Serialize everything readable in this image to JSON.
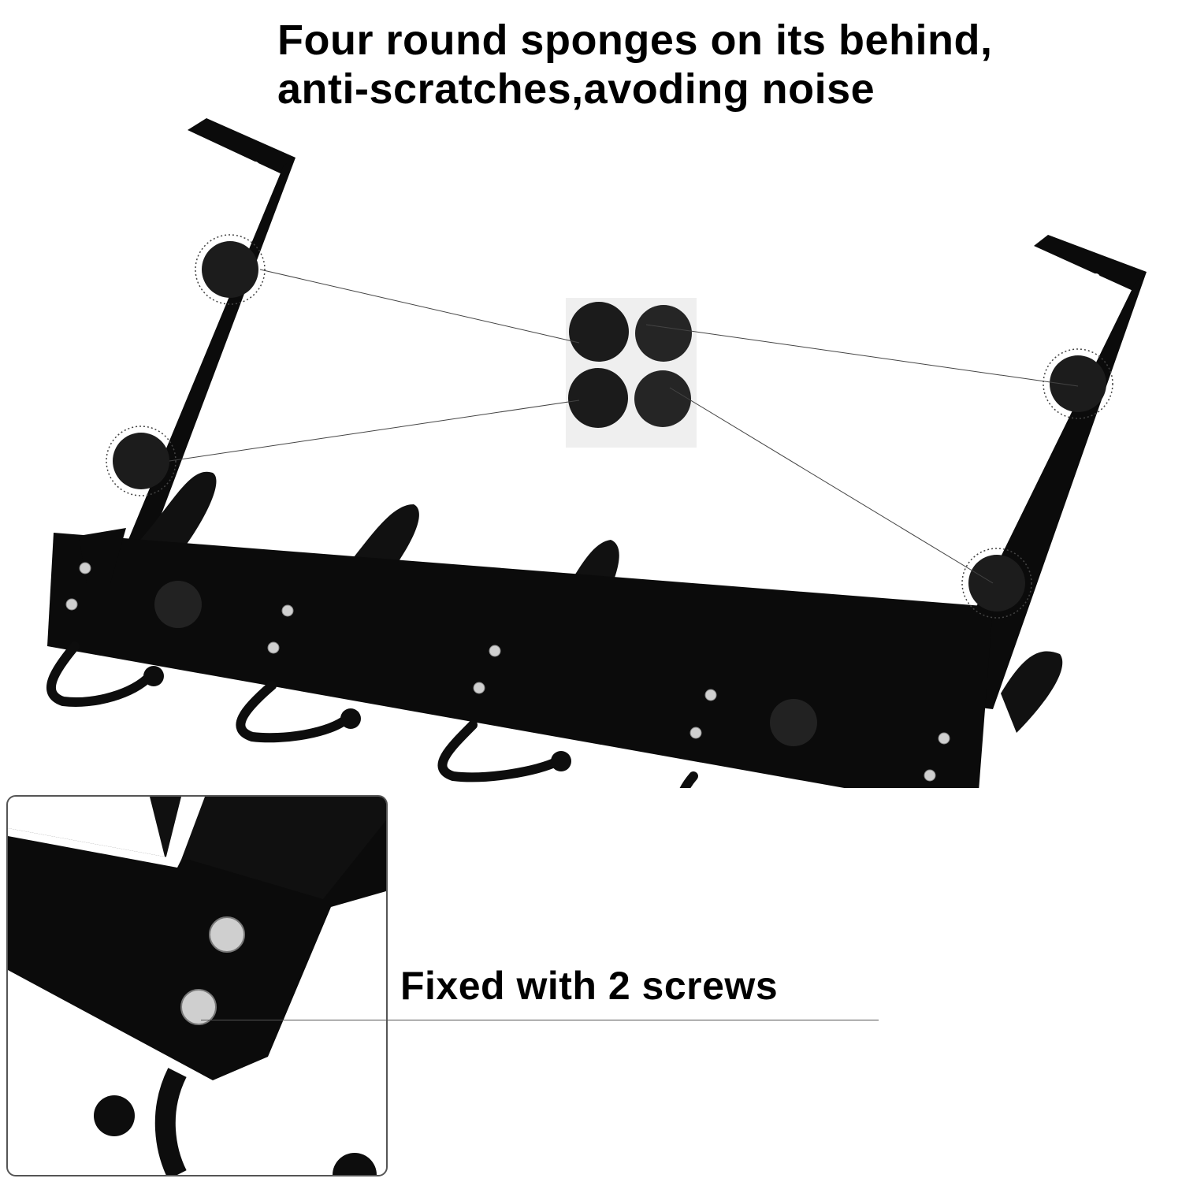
{
  "headline": {
    "line1": "Four round sponges on its behind,",
    "line2": "anti-scratches,avoding noise"
  },
  "inset_caption": "Fixed with 2 screws",
  "product": {
    "name": "over-the-door hook rack",
    "hook_count": 5,
    "sponge_pads": 4,
    "screws_shown_in_detail": 2,
    "colors": {
      "metal": "#0b0b0b",
      "sponge": "#1f1f1f",
      "screw": "#c8c8c8",
      "background": "#ffffff"
    }
  }
}
